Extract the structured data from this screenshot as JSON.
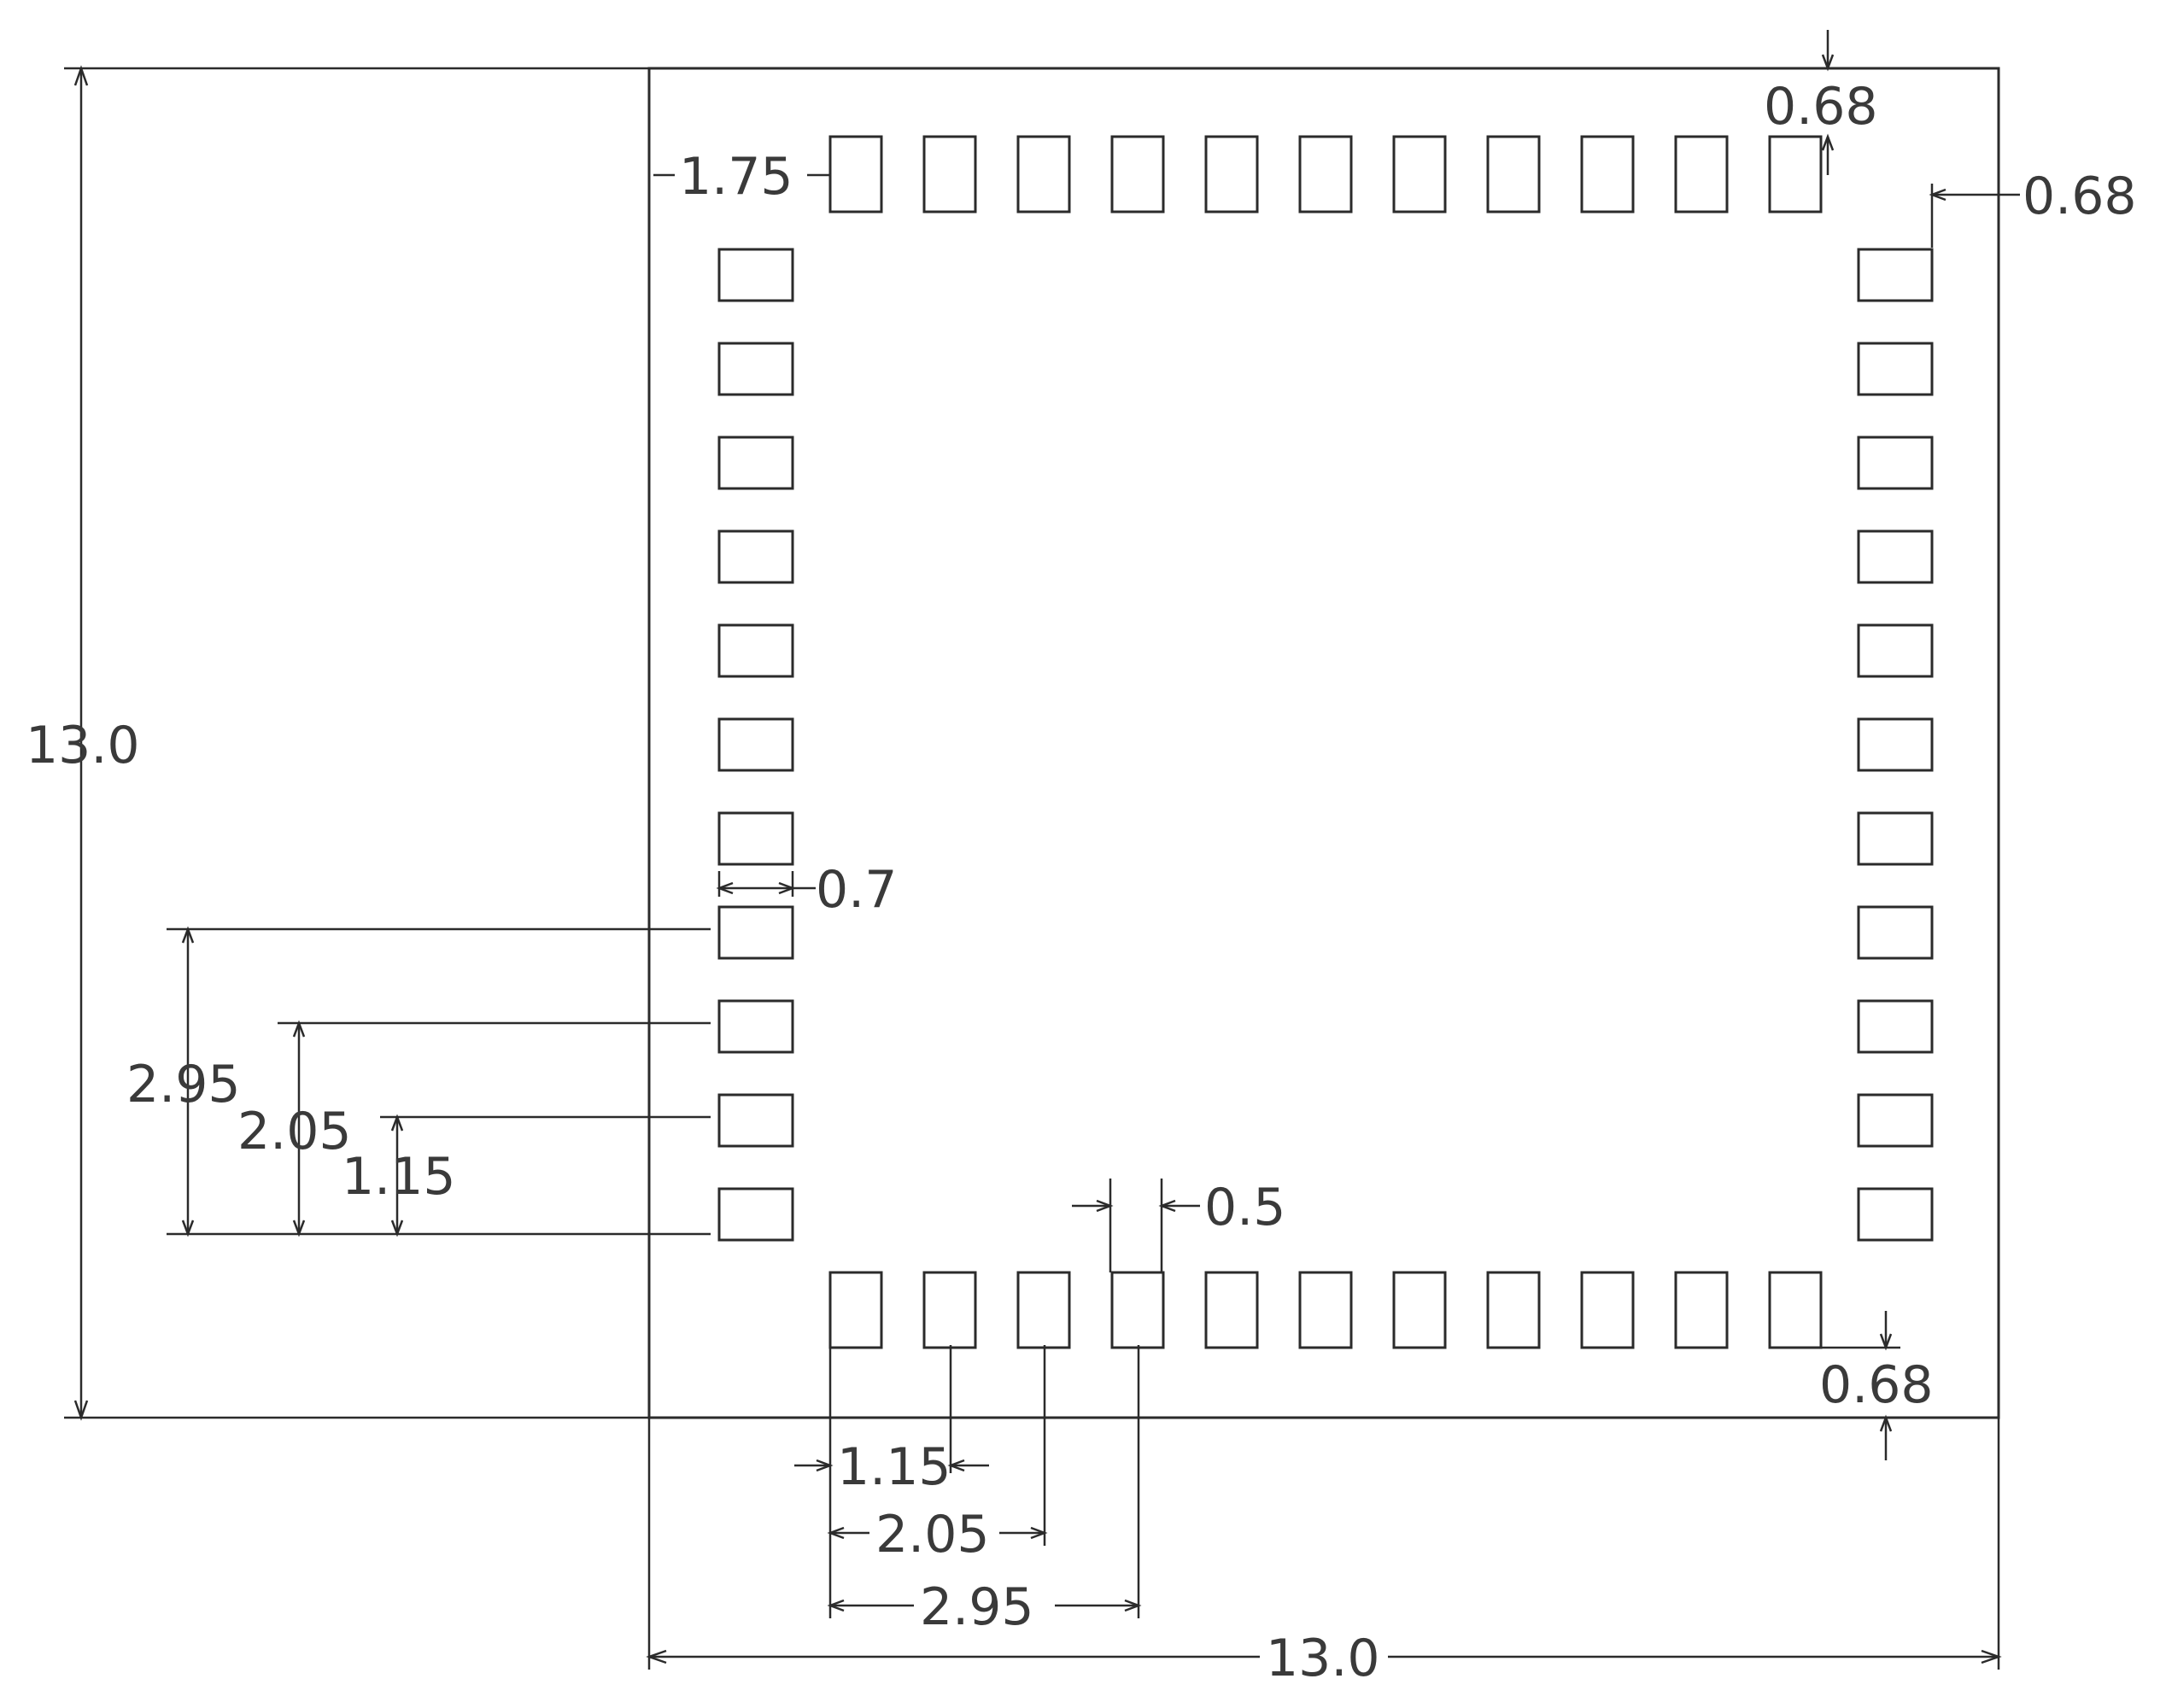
{
  "drawing": {
    "pads_per_side": 11,
    "labels": {
      "height": "13.0",
      "width": "13.0",
      "top_edge_to_first_pad": "1.75",
      "top_right_vertical": "0.68",
      "top_right_horizontal": "0.68",
      "bottom_right_vertical": "0.68",
      "pad_width": "0.7",
      "pad_gap": "0.5",
      "left_dim_1": "1.15",
      "left_dim_2": "2.05",
      "left_dim_3": "2.95",
      "bottom_dim_1": "1.15",
      "bottom_dim_2": "2.05",
      "bottom_dim_3": "2.95"
    }
  }
}
